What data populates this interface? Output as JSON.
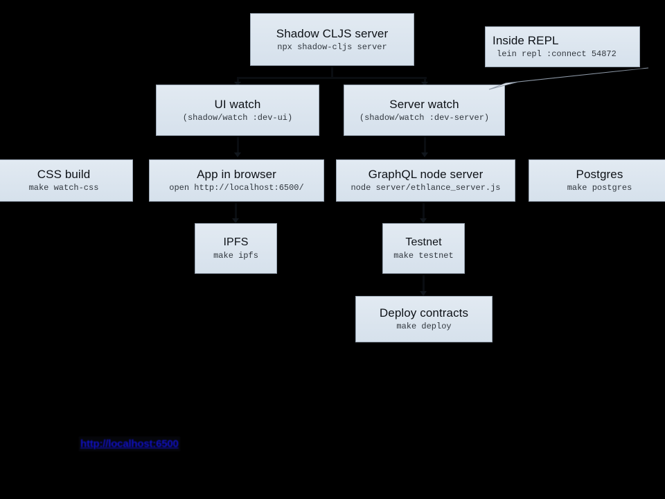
{
  "diagram": {
    "background_color": "#000000",
    "node_fill_color": "#dce5ee",
    "node_border_color": "#9aa6b4",
    "link_color": "#1010c8",
    "nodes": [
      {
        "id": "shadow-cljs-server",
        "title": "Shadow CLJS server",
        "command": "npx shadow-cljs server"
      },
      {
        "id": "inside-repl",
        "title": "Inside REPL",
        "command": "lein repl :connect 54872"
      },
      {
        "id": "ui-watch",
        "title": "UI watch",
        "command": "(shadow/watch :dev-ui)"
      },
      {
        "id": "server-watch",
        "title": "Server watch",
        "command": "(shadow/watch :dev-server)"
      },
      {
        "id": "css-build",
        "title": "CSS build",
        "command": "make watch-css"
      },
      {
        "id": "app-in-browser",
        "title": "App in browser",
        "command": "open http://localhost:6500/"
      },
      {
        "id": "graphql-node-server",
        "title": "GraphQL node server",
        "command": "node server/ethlance_server.js"
      },
      {
        "id": "postgres",
        "title": "Postgres",
        "command": "make postgres"
      },
      {
        "id": "ipfs",
        "title": "IPFS",
        "command": "make ipfs"
      },
      {
        "id": "testnet",
        "title": "Testnet",
        "command": "make testnet"
      },
      {
        "id": "deploy-contracts",
        "title": "Deploy contracts",
        "command": "make deploy"
      }
    ],
    "link": {
      "label": "http://localhost:6500"
    }
  }
}
